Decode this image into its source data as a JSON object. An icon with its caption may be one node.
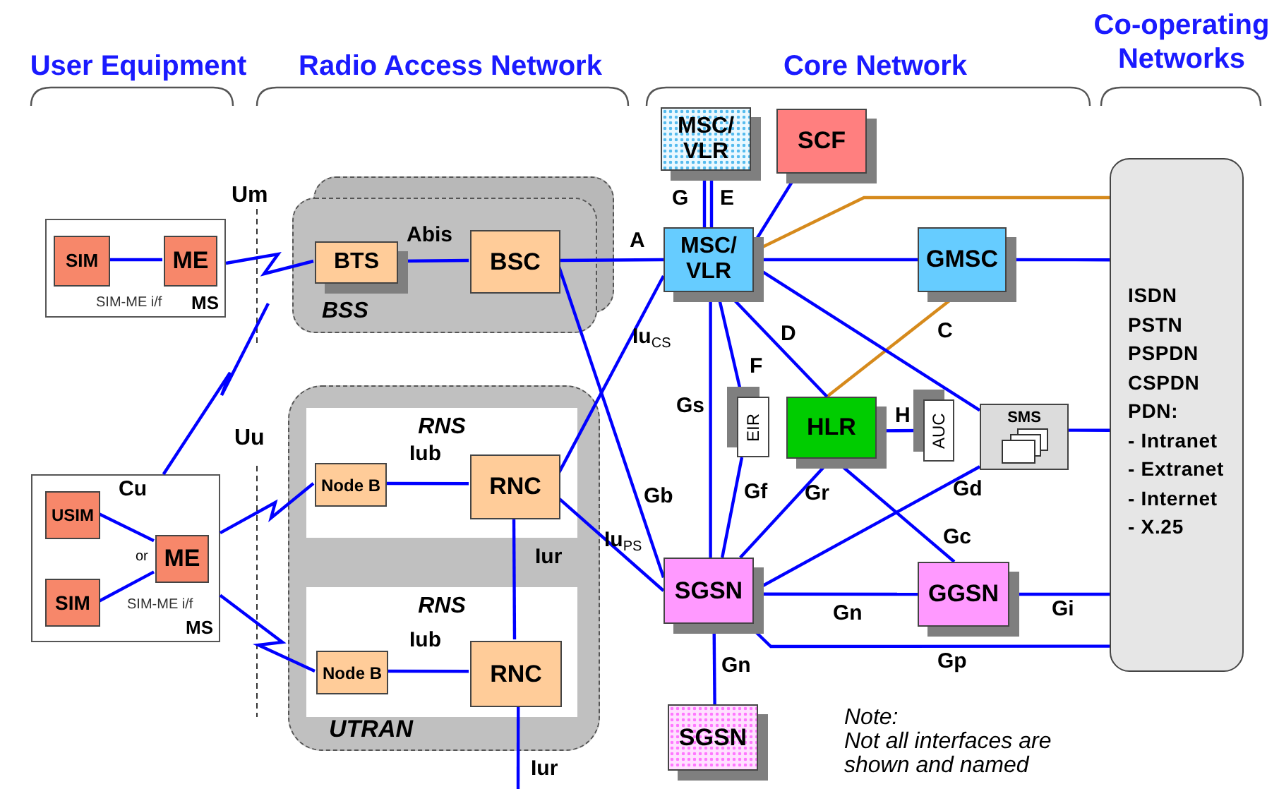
{
  "diagram": {
    "nodes": [
      {
        "text": [
          "MS"
        ]
      },
      {
        "text": [
          "SIM"
        ],
        "in": 0
      },
      {
        "text": [
          "ME"
        ],
        "in": 0
      },
      {
        "text": [
          "BSS"
        ]
      },
      {
        "text": [
          "BTS"
        ],
        "in": 3
      },
      {
        "text": [
          "BSC"
        ],
        "in": 3
      },
      {
        "text": [
          "MS"
        ]
      },
      {
        "text": [
          "USIM"
        ],
        "in": 6
      },
      {
        "text": [
          "ME"
        ],
        "in": 6
      },
      {
        "text": [
          "SIM"
        ],
        "in": 6
      },
      {
        "text": [
          "UTRAN"
        ]
      },
      {
        "text": [
          "RNS"
        ],
        "in": 10
      },
      {
        "text": [
          "Node B"
        ],
        "in": 11
      },
      {
        "text": [
          "RNC"
        ],
        "in": 11
      },
      {
        "text": [
          "RNS"
        ],
        "in": 10
      },
      {
        "text": [
          "Node B"
        ],
        "in": 14
      },
      {
        "text": [
          "RNC"
        ],
        "in": 14
      },
      {
        "text": [
          "MSC/ VLR"
        ]
      },
      {
        "text": [
          "SCF"
        ]
      },
      {
        "text": [
          "MSC/ VLR"
        ]
      },
      {
        "text": [
          "GMSC"
        ]
      },
      {
        "text": [
          "EIR"
        ]
      },
      {
        "text": [
          "HLR"
        ]
      },
      {
        "text": [
          "AUC"
        ]
      },
      {
        "text": [
          "SMS"
        ]
      },
      {
        "text": [
          "ISDN",
          "PSTN",
          "PSPDN",
          "CSPDN",
          "PDN:",
          "- Intranet",
          "- Extranet",
          "- Internet",
          "- X.25"
        ]
      },
      {
        "text": [
          "SGSN"
        ]
      },
      {
        "text": [
          "GGSN"
        ]
      },
      {
        "text": [
          "SGSN"
        ]
      }
    ],
    "edges": [
      {
        "from": 1,
        "to": 2,
        "arrow": "none"
      },
      {
        "from": 0,
        "to": 4,
        "arrow": "none"
      },
      {
        "from": 6,
        "to": null,
        "arrow": "none"
      },
      {
        "from": 7,
        "to": 8,
        "label": "Cu",
        "arrow": "none"
      },
      {
        "from": 9,
        "to": 8,
        "arrow": "none"
      },
      {
        "from": 6,
        "to": 12,
        "arrow": "none"
      },
      {
        "from": 6,
        "to": 15,
        "arrow": "none"
      },
      {
        "from": 4,
        "to": 5,
        "label": "Abis",
        "arrow": "none"
      },
      {
        "from": 5,
        "to": 19,
        "label": "A",
        "arrow": "none"
      },
      {
        "from": 5,
        "to": 26,
        "label": "Gb",
        "arrow": "none"
      },
      {
        "from": 13,
        "to": 19,
        "label": "Iu$_{CS}$",
        "arrow": "none"
      },
      {
        "from": 13,
        "to": 26,
        "label": "Iu$_{PS}$",
        "arrow": "none"
      },
      {
        "from": 12,
        "to": 13,
        "label": "Iub",
        "arrow": "none"
      },
      {
        "from": 15,
        "to": 16,
        "label": "Iub",
        "arrow": "none"
      },
      {
        "from": 13,
        "to": 16,
        "label": "Iur",
        "arrow": "none"
      },
      {
        "from": 16,
        "to": null,
        "label": "Iur",
        "arrow": "none"
      },
      {
        "from": 17,
        "to": 19,
        "label": "G",
        "arrow": "none"
      },
      {
        "from": 17,
        "to": 19,
        "label": "E",
        "arrow": "none"
      },
      {
        "from": 18,
        "to": 19,
        "arrow": "none"
      },
      {
        "from": 25,
        "to": 19,
        "arrow": "none",
        "color": "#d68a1c"
      },
      {
        "from": 19,
        "to": 20,
        "arrow": "none"
      },
      {
        "from": 20,
        "to": 25,
        "arrow": "none"
      },
      {
        "from": 20,
        "to": 22,
        "label": "C",
        "arrow": "none",
        "color": "#d68a1c"
      },
      {
        "from": 19,
        "to": 22,
        "label": "D",
        "arrow": "none"
      },
      {
        "from": 19,
        "to": 21,
        "label": "F",
        "arrow": "none"
      },
      {
        "from": 19,
        "to": 24,
        "arrow": "none"
      },
      {
        "from": 19,
        "to": 26,
        "label": "Gs",
        "arrow": "none"
      },
      {
        "from": 21,
        "to": 26,
        "label": "Gf",
        "arrow": "none"
      },
      {
        "from": 22,
        "to": 26,
        "label": "Gr",
        "arrow": "none"
      },
      {
        "from": 22,
        "to": 23,
        "label": "H",
        "arrow": "none"
      },
      {
        "from": 22,
        "to": 27,
        "label": "Gc",
        "arrow": "none"
      },
      {
        "from": 24,
        "to": 26,
        "label": "Gd",
        "arrow": "none"
      },
      {
        "from": 24,
        "to": 25,
        "arrow": "none"
      },
      {
        "from": 26,
        "to": 27,
        "label": "Gn",
        "arrow": "none"
      },
      {
        "from": 27,
        "to": 25,
        "label": "Gi",
        "arrow": "none"
      },
      {
        "from": 26,
        "to": 25,
        "label": "Gp",
        "arrow": "none"
      },
      {
        "from": 26,
        "to": 28,
        "label": "Gn",
        "arrow": "none"
      }
    ],
    "labels": [
      "User Equipment",
      "Radio Access Network",
      "Core Network",
      "Co-operating Networks",
      "Um",
      "SIM-ME i/f",
      "Uu",
      "or",
      "SIM-ME i/f",
      "Note:",
      "Not all interfaces are shown and named"
    ]
  }
}
